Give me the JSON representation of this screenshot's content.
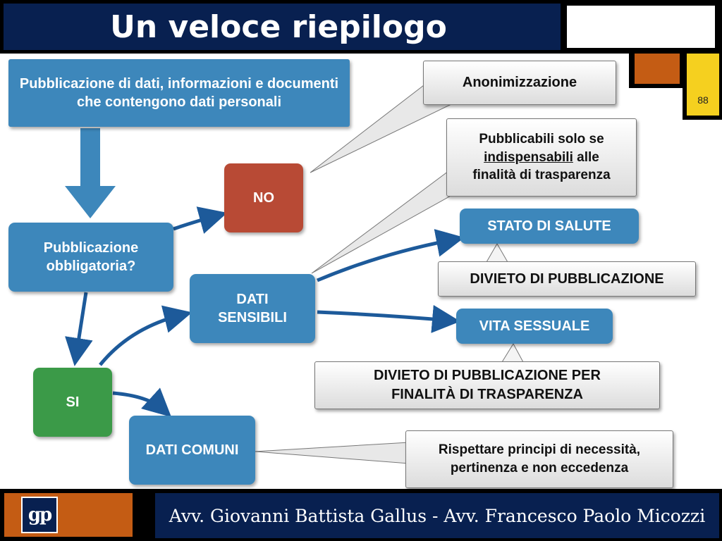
{
  "header": {
    "title": "Un veloce riepilogo",
    "slide_number": "88"
  },
  "footer": {
    "authors": "Avv. Giovanni Battista Gallus - Avv. Francesco Paolo Micozzi",
    "logo_label": "gp"
  },
  "colors": {
    "navy": "#082050",
    "orange": "#c45c14",
    "yellow": "#f5d01f",
    "box_blue": "#3d87bb",
    "box_red": "#b84a35",
    "box_green": "#3b9a48",
    "arrow": "#1d5a9a"
  },
  "diagram": {
    "start": "Pubblicazione di dati, informazioni e documenti che contengono dati personali",
    "question": "Pubblicazione obbligatoria?",
    "no": "NO",
    "si": "SI",
    "dati_sensibili": "DATI SENSIBILI",
    "dati_comuni": "DATI COMUNI",
    "stato_salute": "STATO DI SALUTE",
    "vita_sessuale": "VITA SESSUALE",
    "callout_anonimizzazione": "Anonimizzazione",
    "callout_indispensabili": {
      "line1": "Pubblicabili solo se",
      "underlined": "indispensabili",
      "after": " alle",
      "line3": "finalità di trasparenza"
    },
    "callout_divieto": "DIVIETO DI PUBBLICAZIONE",
    "callout_divieto_trasparenza": "DIVIETO DI PUBBLICAZIONE PER FINALITÀ DI TRASPARENZA",
    "callout_principi": "Rispettare principi di necessità, pertinenza e non eccedenza"
  }
}
